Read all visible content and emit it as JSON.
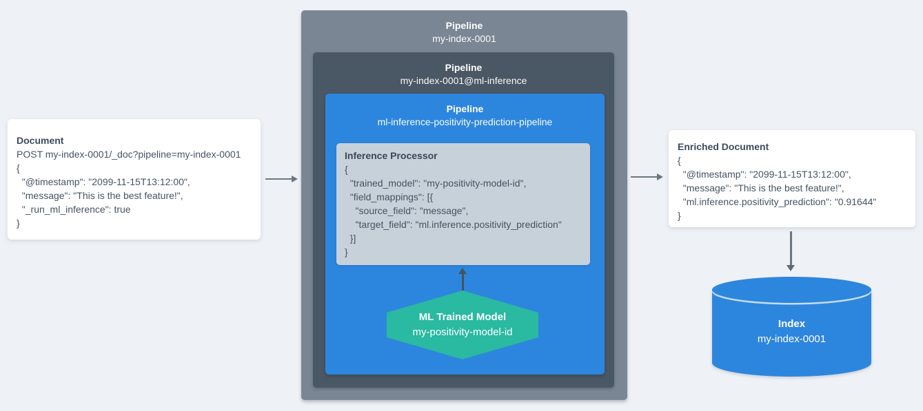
{
  "document": {
    "title": "Document",
    "lines": [
      "POST my-index-0001/_doc?pipeline=my-index-0001",
      "{",
      "  \"@timestamp\": \"2099-11-15T13:12:00\",",
      "  \"message\": \"This is the best feature!\",",
      "  \"_run_ml_inference\": true",
      "}"
    ]
  },
  "pipeline_outer": {
    "label": "Pipeline",
    "name": "my-index-0001"
  },
  "pipeline_mid": {
    "label": "Pipeline",
    "name": "my-index-0001@ml-inference"
  },
  "pipeline_inner": {
    "label": "Pipeline",
    "name": "ml-inference-positivity-prediction-pipeline"
  },
  "inference_processor": {
    "title": "Inference Processor",
    "lines": [
      "{",
      "  \"trained_model\": \"my-positivity-model-id\",",
      "  \"field_mappings\": [{",
      "    \"source_field\": \"message\",",
      "    \"target_field\": \"ml.inference.positivity_prediction\"",
      "  }]",
      "}"
    ]
  },
  "ml_model": {
    "title": "ML Trained Model",
    "name": "my-positivity-model-id"
  },
  "enriched_document": {
    "title": "Enriched Document",
    "lines": [
      "{",
      "  \"@timestamp\": \"2099-11-15T13:12:00\",",
      "  \"message\": \"This is the best feature!\",",
      "  \"ml.inference.positivity_prediction\": \"0.91644\"",
      "}"
    ]
  },
  "index": {
    "title": "Index",
    "name": "my-index-0001"
  },
  "colors": {
    "background": "#EEF1F6",
    "pipeline_outer": "#7A8693",
    "pipeline_mid": "#4A5765",
    "pipeline_inner_blue": "#2D86DE",
    "processor_box": "#C7D1DA",
    "model_hexagon_teal": "#2AB9A1",
    "index_cylinder_blue": "#2D86DE",
    "card_background": "#FFFFFF",
    "text_dark": "#3D4B5C",
    "arrow_gray": "#6B7681"
  }
}
